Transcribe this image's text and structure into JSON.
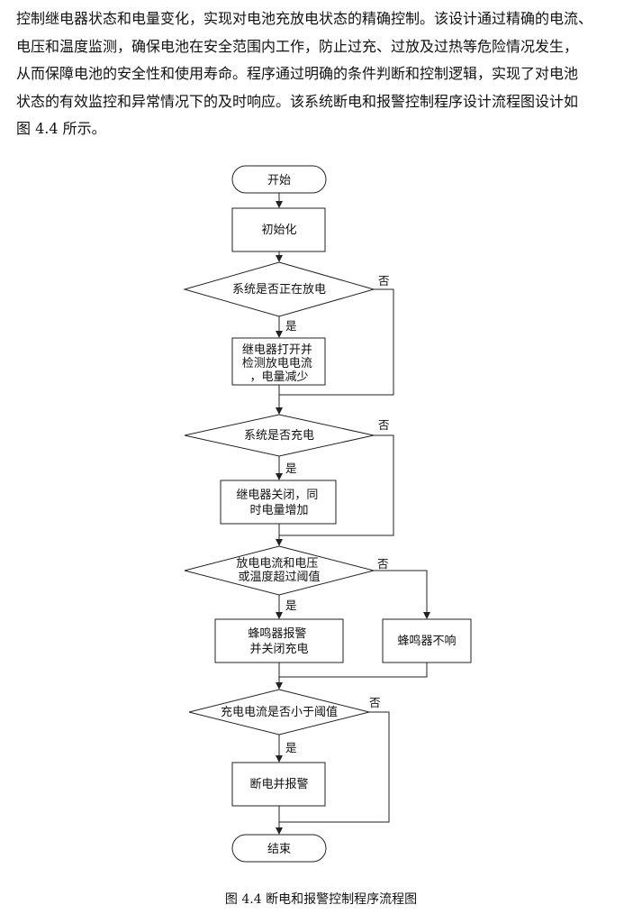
{
  "paragraph": {
    "lines": [
      "控制继电器状态和电量变化，实现对电池充放电状态的精确控制。该设计通过精确的电流、",
      "电压和温度监测，确保电池在安全范围内工作，防止过充、过放及过热等危险情况发生，",
      "从而保障电池的安全性和使用寿命。程序通过明确的条件判断和控制逻辑，实现了对电池",
      "状态的有效监控和异常情况下的及时响应。该系统断电和报警控制程序设计流程图设计如",
      "图 4.4 所示。"
    ]
  },
  "flowchart": {
    "start": "开始",
    "init": "初始化",
    "d1": "系统是否正在放电",
    "p1": [
      "继电器打开并",
      "检测放电电流",
      "，电量减少"
    ],
    "d2": "系统是否充电",
    "p2": [
      "继电器关闭，同",
      "时电量增加"
    ],
    "d3": [
      "放电电流和电压",
      "或温度超过阈值"
    ],
    "p3": [
      "蜂鸣器报警",
      "并关闭充电"
    ],
    "p3b": "蜂鸣器不响",
    "d4": "充电电流是否小于阈值",
    "p4": "断电并报警",
    "end": "结束",
    "yes": "是",
    "no": "否"
  },
  "caption": "图 4.4    断电和报警控制程序流程图"
}
